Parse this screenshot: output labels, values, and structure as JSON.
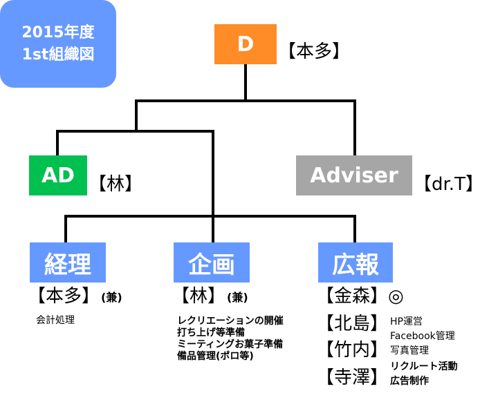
{
  "title": {
    "line1": "2015年度",
    "line2": "1st組織図"
  },
  "colors": {
    "title_bg": "#6699ff",
    "director": "#ff8c26",
    "ad": "#00c050",
    "adviser": "#a6a6a6",
    "dept": "#6699ff"
  },
  "director": {
    "label": "D",
    "member": "【本多】"
  },
  "ad": {
    "label": "AD",
    "member": "【林】"
  },
  "adviser": {
    "label": "Adviser",
    "member": "【dr.T】"
  },
  "departments": [
    {
      "label": "経理",
      "member": "【本多】",
      "note": "(兼)",
      "tasks": [
        "会計処理"
      ]
    },
    {
      "label": "企画",
      "member": "【林】",
      "note": "(兼)",
      "tasks": [
        "レクリエーションの開催",
        "打ち上げ等準備",
        "ミーティングお菓子準備",
        "備品管理(ポロ等)"
      ]
    },
    {
      "label": "広報",
      "members": [
        {
          "name": "【金森】",
          "mark": "◎"
        },
        {
          "name": "【北島】",
          "tasks": [
            "HP運営",
            "Facebook管理"
          ]
        },
        {
          "name": "【竹内】",
          "tasks": [
            "写真管理"
          ]
        },
        {
          "name": "【寺澤】",
          "tasks": [
            "リクルート活動",
            "広告制作"
          ]
        }
      ]
    }
  ]
}
